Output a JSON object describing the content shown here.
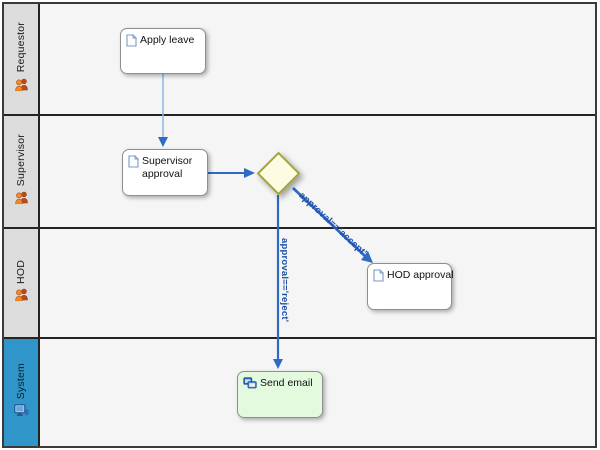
{
  "diagram": {
    "type": "swimlane-flowchart",
    "lanes": [
      {
        "label": "Requestor",
        "icon": "people-icon",
        "header_color": "#dcdcdc"
      },
      {
        "label": "Supervisor",
        "icon": "people-icon",
        "header_color": "#dcdcdc"
      },
      {
        "label": "HOD",
        "icon": "people-icon",
        "header_color": "#dcdcdc"
      },
      {
        "label": "System",
        "icon": "computer-icon",
        "header_color": "#3095c8"
      }
    ],
    "nodes": [
      {
        "id": "apply-leave",
        "label": "Apply leave",
        "lane": "Requestor",
        "type": "task",
        "icon": "document-icon"
      },
      {
        "id": "supervisor-approval",
        "label": "Supervisor approval",
        "lane": "Supervisor",
        "type": "task",
        "icon": "document-icon"
      },
      {
        "id": "approval-gateway",
        "label": "",
        "lane": "Supervisor",
        "type": "decision-diamond"
      },
      {
        "id": "hod-approval",
        "label": "HOD approval",
        "lane": "HOD",
        "type": "task",
        "icon": "document-icon"
      },
      {
        "id": "send-email",
        "label": "Send email",
        "lane": "System",
        "type": "automated-task",
        "icon": "script-icon",
        "fill": "#e4fadf"
      }
    ],
    "edges": [
      {
        "from": "apply-leave",
        "to": "supervisor-approval",
        "label": ""
      },
      {
        "from": "supervisor-approval",
        "to": "approval-gateway",
        "label": ""
      },
      {
        "from": "approval-gateway",
        "to": "hod-approval",
        "label": "approval=='accept'"
      },
      {
        "from": "approval-gateway",
        "to": "send-email",
        "label": "approval=='reject'"
      }
    ],
    "colors": {
      "edge": "#2f6bc5",
      "edge_light": "#93b4e4",
      "edge_label": "#1d4fa8",
      "lane_background": "#f5f5f5",
      "lane_header": "#dcdcdc",
      "system_header": "#3095c8",
      "diamond_fill": "#fcfce3",
      "diamond_border": "#a3a33c",
      "task_fill": "#ffffff",
      "system_task_fill": "#e4fadf",
      "node_border": "#8f8f8f",
      "pool_border": "#3a3a3a"
    }
  }
}
